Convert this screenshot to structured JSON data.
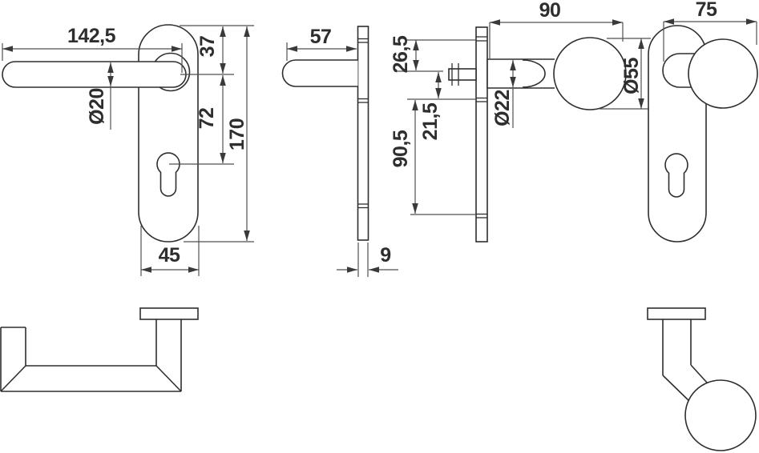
{
  "drawing": {
    "dimensions": {
      "lever_front": {
        "handle_length": "142,5",
        "handle_diameter": "Ø20",
        "plate_top_to_handle": "37",
        "handle_to_cylinder": "72",
        "plate_height": "170",
        "plate_width": "45"
      },
      "lever_side": {
        "handle_projection": "57",
        "plate_thickness": "9"
      },
      "knob_side": {
        "plate_top_to_spindle": "26,5",
        "spindle_to_reference": "21,5",
        "lower_section": "90,5",
        "neck_diameter": "Ø22",
        "knob_projection": "90",
        "knob_diameter": "Ø55"
      },
      "knob_front": {
        "overall_width": "75"
      }
    },
    "colors": {
      "background": "#ffffff",
      "outline": "#2e2e2e",
      "dimension": "#4f4f4f"
    }
  }
}
